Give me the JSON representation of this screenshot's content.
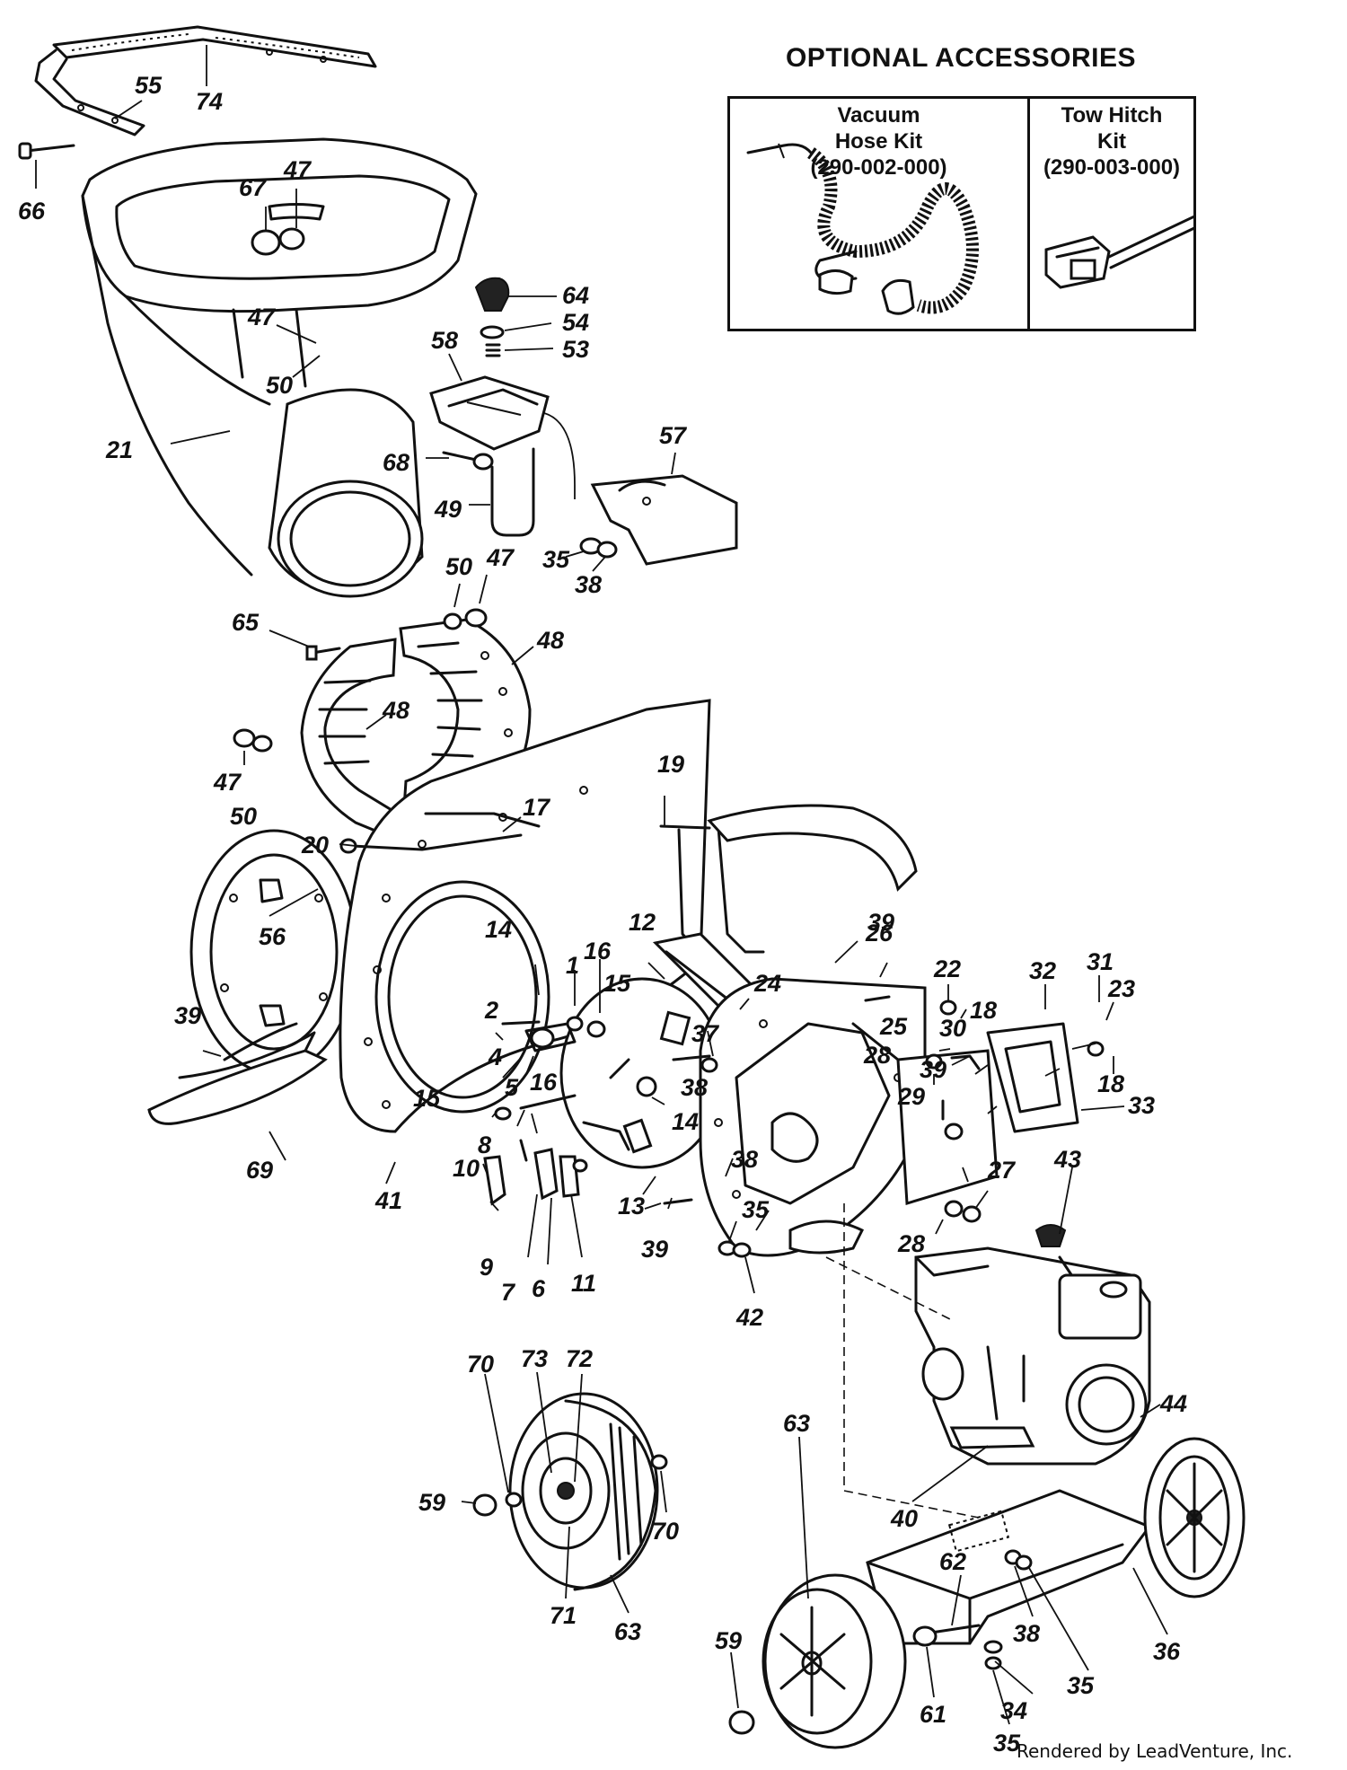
{
  "accessories": {
    "title": "OPTIONAL ACCESSORIES",
    "items": [
      {
        "name": "Vacuum",
        "name2": "Hose Kit",
        "part_number": "(290-002-000)"
      },
      {
        "name": "Tow Hitch",
        "name2": "Kit",
        "part_number": "(290-003-000)"
      }
    ]
  },
  "callouts": {
    "n74": "74",
    "n55": "55",
    "n66": "66",
    "n67": "67",
    "n47a": "47",
    "n47b": "47",
    "n50a": "50",
    "n21": "21",
    "n64": "64",
    "n54": "54",
    "n53": "53",
    "n58": "58",
    "n68": "68",
    "n49": "49",
    "n57": "57",
    "n35a": "35",
    "n38a": "38",
    "n50b": "50",
    "n47c": "47",
    "n65": "65",
    "n48a": "48",
    "n48b": "48",
    "n47d": "47",
    "n50c": "50",
    "n19": "19",
    "n17": "17",
    "n20": "20",
    "n26": "26",
    "n56": "56",
    "n39a": "39",
    "n14a": "14",
    "n16a": "16",
    "n1": "1",
    "n12": "12",
    "n24": "24",
    "n39b": "39",
    "n22": "22",
    "n32": "32",
    "n31": "31",
    "n23": "23",
    "n2": "2",
    "n15a": "15",
    "n4": "4",
    "n37": "37",
    "n30": "30",
    "n18a": "18",
    "n25": "25",
    "n28a": "28",
    "n18b": "18",
    "n39c": "39",
    "n5": "5",
    "n16b": "16",
    "n38b": "38",
    "n29": "29",
    "n33": "33",
    "n15b": "15",
    "n8": "8",
    "n14b": "14",
    "n27": "27",
    "n69": "69",
    "n41": "41",
    "n10": "10",
    "n38c": "38",
    "n43": "43",
    "n13": "13",
    "n35b": "35",
    "n28b": "28",
    "n39d": "39",
    "n9": "9",
    "n7": "7",
    "n6": "6",
    "n11": "11",
    "n42": "42",
    "n44": "44",
    "n70a": "70",
    "n73": "73",
    "n72": "72",
    "n59a": "59",
    "n70b": "70",
    "n40": "40",
    "n71": "71",
    "n63a": "63",
    "n63b": "63",
    "n62": "62",
    "n38d": "38",
    "n35c": "35",
    "n36": "36",
    "n59b": "59",
    "n61": "61",
    "n34": "34",
    "n35d": "35"
  },
  "credit": "Rendered by LeadVenture, Inc."
}
